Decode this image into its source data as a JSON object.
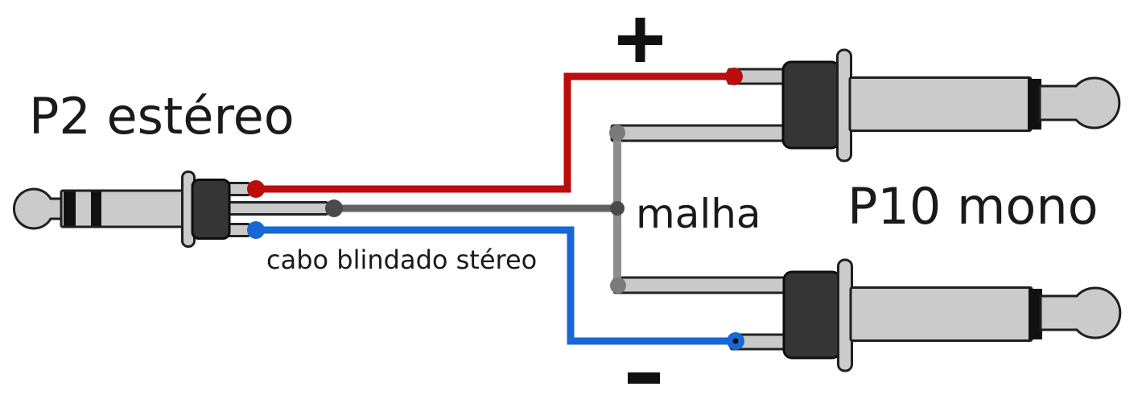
{
  "diagram_title": "P2 stereo to dual P10 mono wiring diagram",
  "labels": {
    "p2": "P2 estéreo",
    "p10": "P10 mono",
    "shield": "malha",
    "cable": "cabo blindado stéreo",
    "plus": "+",
    "minus": "−"
  },
  "colors": {
    "tip_wire": "#bb0d0d",
    "ring_wire": "#1767d4",
    "shield_wire": "#636363",
    "shield_link": "#8d8d8d",
    "shield_dot": "#4a4a4a",
    "shield_lug_dot": "#7a7a7a",
    "connector_metal": "#cbcbcb",
    "connector_body": "#353535",
    "text": "#1a1a1a",
    "background": "#ffffff"
  },
  "connections": [
    {
      "from": "P2 estéreo tip",
      "wire_color": "red",
      "polarity": "+",
      "to": "P10 mono (top) tip"
    },
    {
      "from": "P2 estéreo ring",
      "wire_color": "blue",
      "polarity": "−",
      "to": "P10 mono (bottom) tip"
    },
    {
      "from": "P2 estéreo sleeve",
      "wire_color": "gray",
      "label": "malha",
      "to": "both P10 mono sleeves"
    }
  ]
}
